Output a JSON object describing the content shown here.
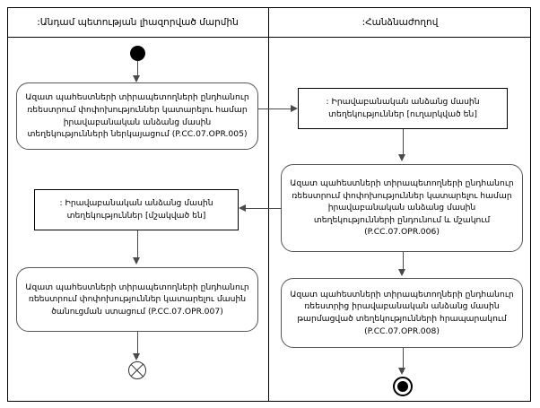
{
  "diagram": {
    "type": "uml-activity-diagram",
    "lanes": [
      {
        "id": "lane-left",
        "title": ":Անդամ պետության լիազորված մարմին"
      },
      {
        "id": "lane-right",
        "title": ":Հանձնաժողով"
      }
    ],
    "nodes": {
      "initial": {
        "kind": "initial-node",
        "lane": "lane-left"
      },
      "action_005": {
        "kind": "action",
        "lane": "lane-left",
        "label": "Ազատ պահեստների տիրապետողների ընդհանուր ռեեստրում փոփոխություններ կատարելու համար իրավաբանական անձանց մասին տեղեկությունների ներկայացում (P.CC.07.OPR.005)",
        "code": "P.CC.07.OPR.005"
      },
      "object_sent": {
        "kind": "object-node",
        "lane": "lane-right",
        "label": ": Իրավաբանական անձանց մասին տեղեկություններ [ուղարկված են]",
        "state": "ուղարկված են"
      },
      "action_006": {
        "kind": "action",
        "lane": "lane-right",
        "label": "Ազատ պահեստների տիրապետողների ընդհանուր ռեեստրում փոփոխություններ կատարելու համար իրավաբանական անձանց մասին տեղեկությունների ընդունում և մշակում (P.CC.07.OPR.006)",
        "code": "P.CC.07.OPR.006"
      },
      "object_processed": {
        "kind": "object-node",
        "lane": "lane-left",
        "label": ": Իրավաբանական անձանց մասին տեղեկություններ [մշակված են]",
        "state": "մշակված են"
      },
      "action_007": {
        "kind": "action",
        "lane": "lane-left",
        "label": "Ազատ պահեստների տիրապետողների ընդհանուր ռեեստրում փոփոխություններ կատարելու մասին ծանուցման ստացում (P.CC.07.OPR.007)",
        "code": "P.CC.07.OPR.007"
      },
      "action_008": {
        "kind": "action",
        "lane": "lane-right",
        "label": "Ազատ պահեստների տիրապետողների ընդհանուր ռեեստրից իրավաբանական անձանց մասին թարմացված տեղեկությունների հրապարակում (P.CC.07.OPR.008)",
        "code": "P.CC.07.OPR.008"
      },
      "flow_final": {
        "kind": "flow-final-node",
        "lane": "lane-left"
      },
      "activity_final": {
        "kind": "activity-final-node",
        "lane": "lane-right"
      }
    },
    "colors": {
      "frame_stroke": "#000000",
      "action_stroke": "#555555",
      "object_stroke": "#000000",
      "edge_stroke": "#4a4a4a",
      "node_fill": "#ffffff",
      "control_fill": "#000000"
    }
  }
}
